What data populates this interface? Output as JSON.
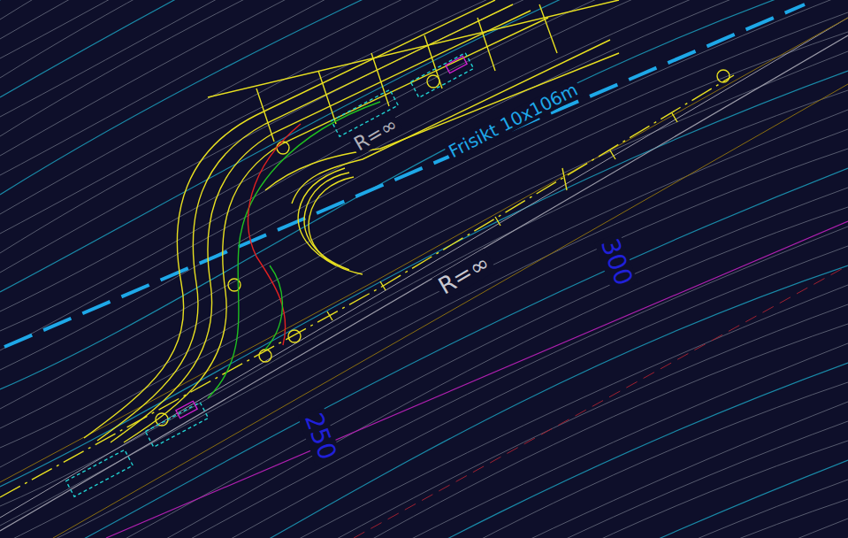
{
  "diagram": {
    "labels": [
      "Frisikt 10x106m",
      "R=∞",
      "R=∞",
      "300",
      "250"
    ]
  }
}
